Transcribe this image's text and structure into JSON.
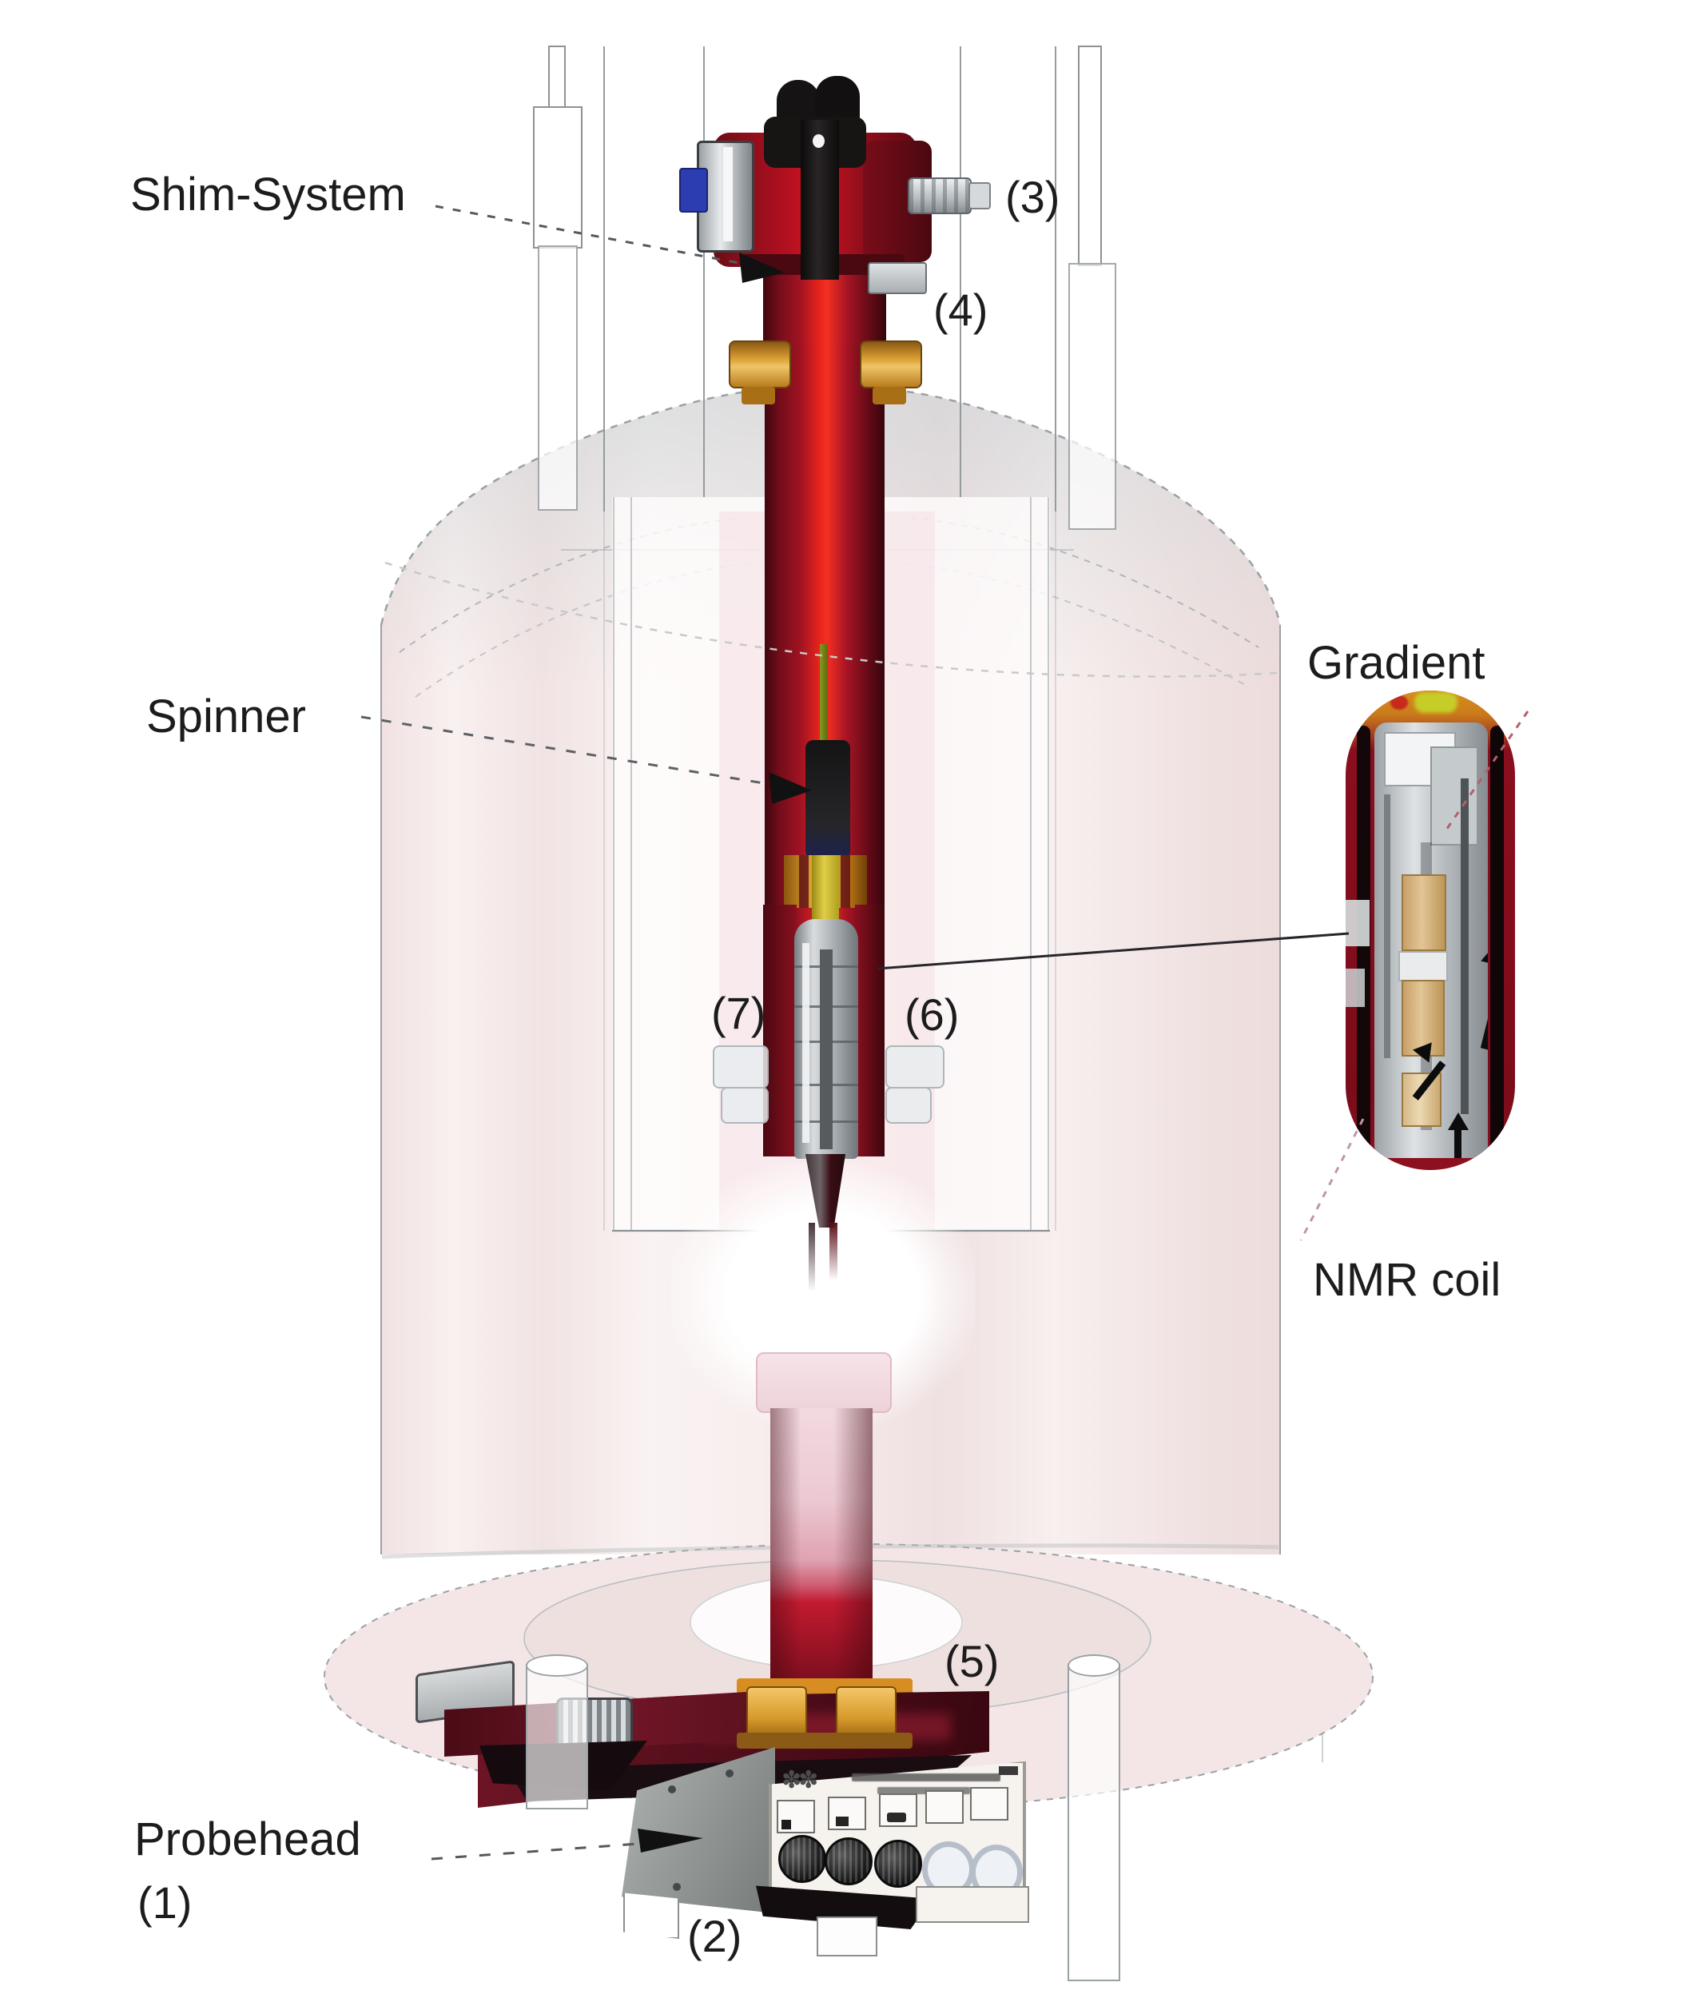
{
  "diagram": {
    "type": "NMR spectrometer cross-section schematic",
    "labels": {
      "shim_system": "Shim-System",
      "spinner": "Spinner",
      "gradient": "Gradient",
      "nmr_coil": "NMR coil",
      "probehead": "Probehead",
      "n1": "(1)",
      "n2": "(2)",
      "n3": "(3)",
      "n4": "(4)",
      "n5": "(5)",
      "n6": "(6)",
      "n7": "(7)"
    },
    "probehead_panel": {
      "logo_glyph": "✽✽"
    },
    "colors": {
      "column_red": "#c01020",
      "column_core": "#f33022",
      "column_dark": "#5a0a14",
      "gold": "#d79a30",
      "amber_flange": "#d88d22",
      "silver": "#c2c6ca",
      "connector_blue": "#2b3db0",
      "sample_green": "#8a971f",
      "coil_tan": "#d9b98a",
      "inset_red": "#8a0e1e",
      "dewar_pink": "#f6eaea",
      "dewar_line": "#9aa1a5",
      "panel_white": "#f6f3ef",
      "box_grey": "#9fa4a2",
      "base_maroon": "#5c1220",
      "label_text": "#1c1c1c"
    }
  }
}
